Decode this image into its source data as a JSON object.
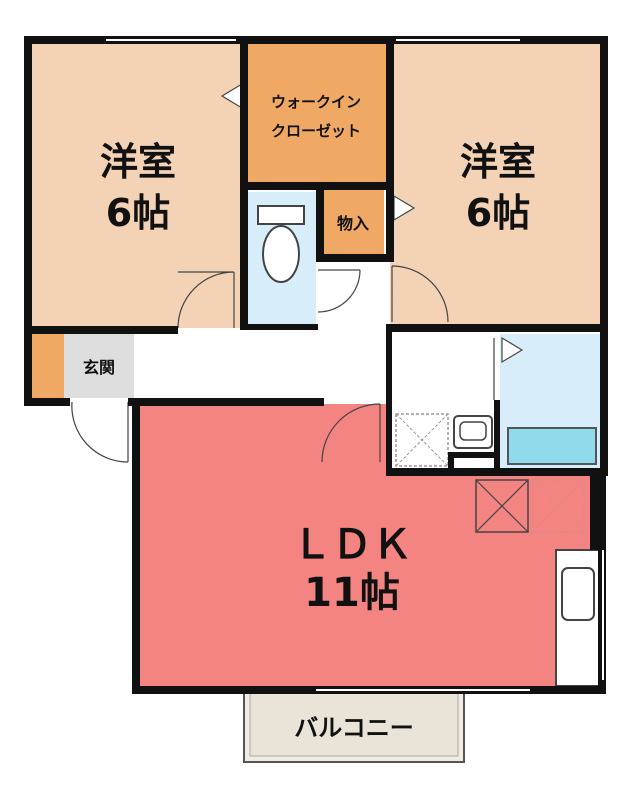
{
  "rooms": {
    "western_room_left": {
      "name": "洋室",
      "size": "6帖"
    },
    "walk_in_closet": {
      "line1": "ウォークイン",
      "line2": "クローゼット"
    },
    "western_room_right": {
      "name": "洋室",
      "size": "6帖"
    },
    "storage": {
      "name": "物入"
    },
    "entrance": {
      "name": "玄関"
    },
    "ldk": {
      "name": "ＬＤＫ",
      "size": "11帖"
    },
    "balcony": {
      "name": "バルコニー"
    }
  },
  "colors": {
    "western_room": "#f3d2b6",
    "closet": "#f0a965",
    "ldk": "#f38481",
    "wet_area": "#d7eefa",
    "bathtub": "#8fdbeb",
    "entrance_floor": "#dedede",
    "balcony": "#f1ebe3",
    "wall": "#111111"
  }
}
